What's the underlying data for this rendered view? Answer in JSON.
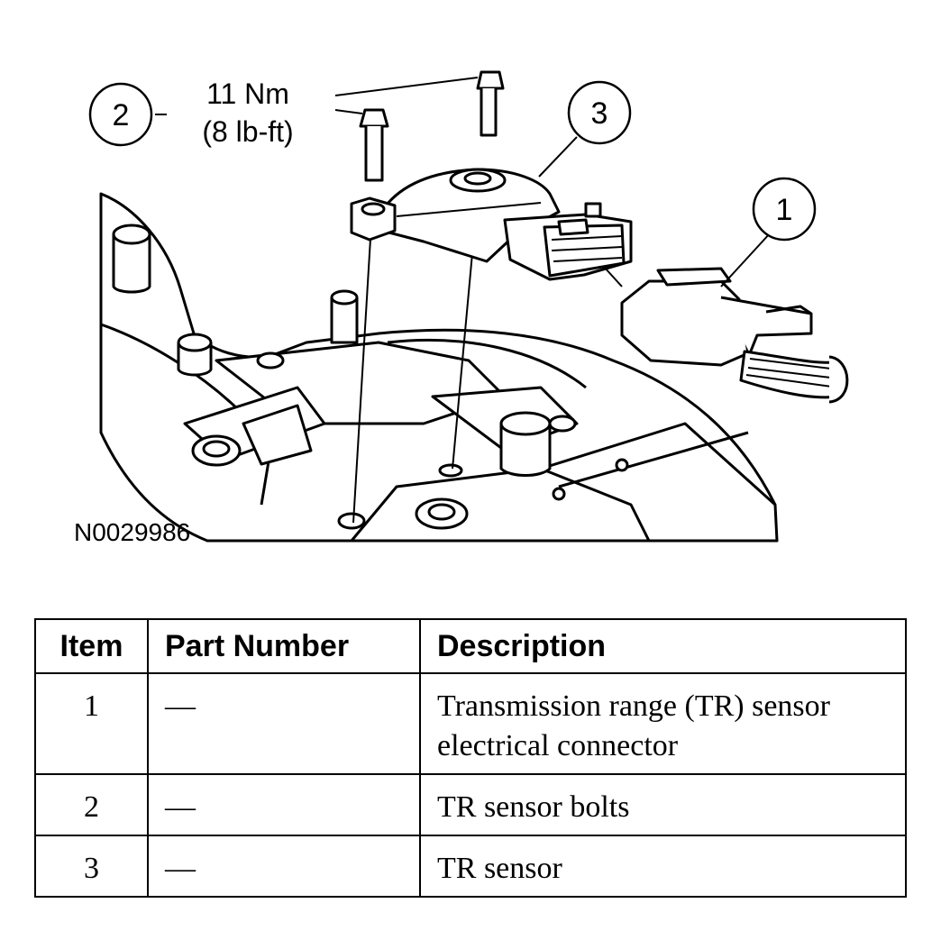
{
  "figure": {
    "callouts": [
      "1",
      "2",
      "3"
    ],
    "torque_value": "11 Nm",
    "torque_imperial": "(8 lb-ft)",
    "figure_id": "N0029986"
  },
  "table": {
    "headers": [
      "Item",
      "Part Number",
      "Description"
    ],
    "rows": [
      {
        "item": "1",
        "part_number": "—",
        "description": "Transmission range (TR) sensor electrical connector"
      },
      {
        "item": "2",
        "part_number": "—",
        "description": "TR sensor bolts"
      },
      {
        "item": "3",
        "part_number": "—",
        "description": "TR sensor"
      }
    ]
  }
}
